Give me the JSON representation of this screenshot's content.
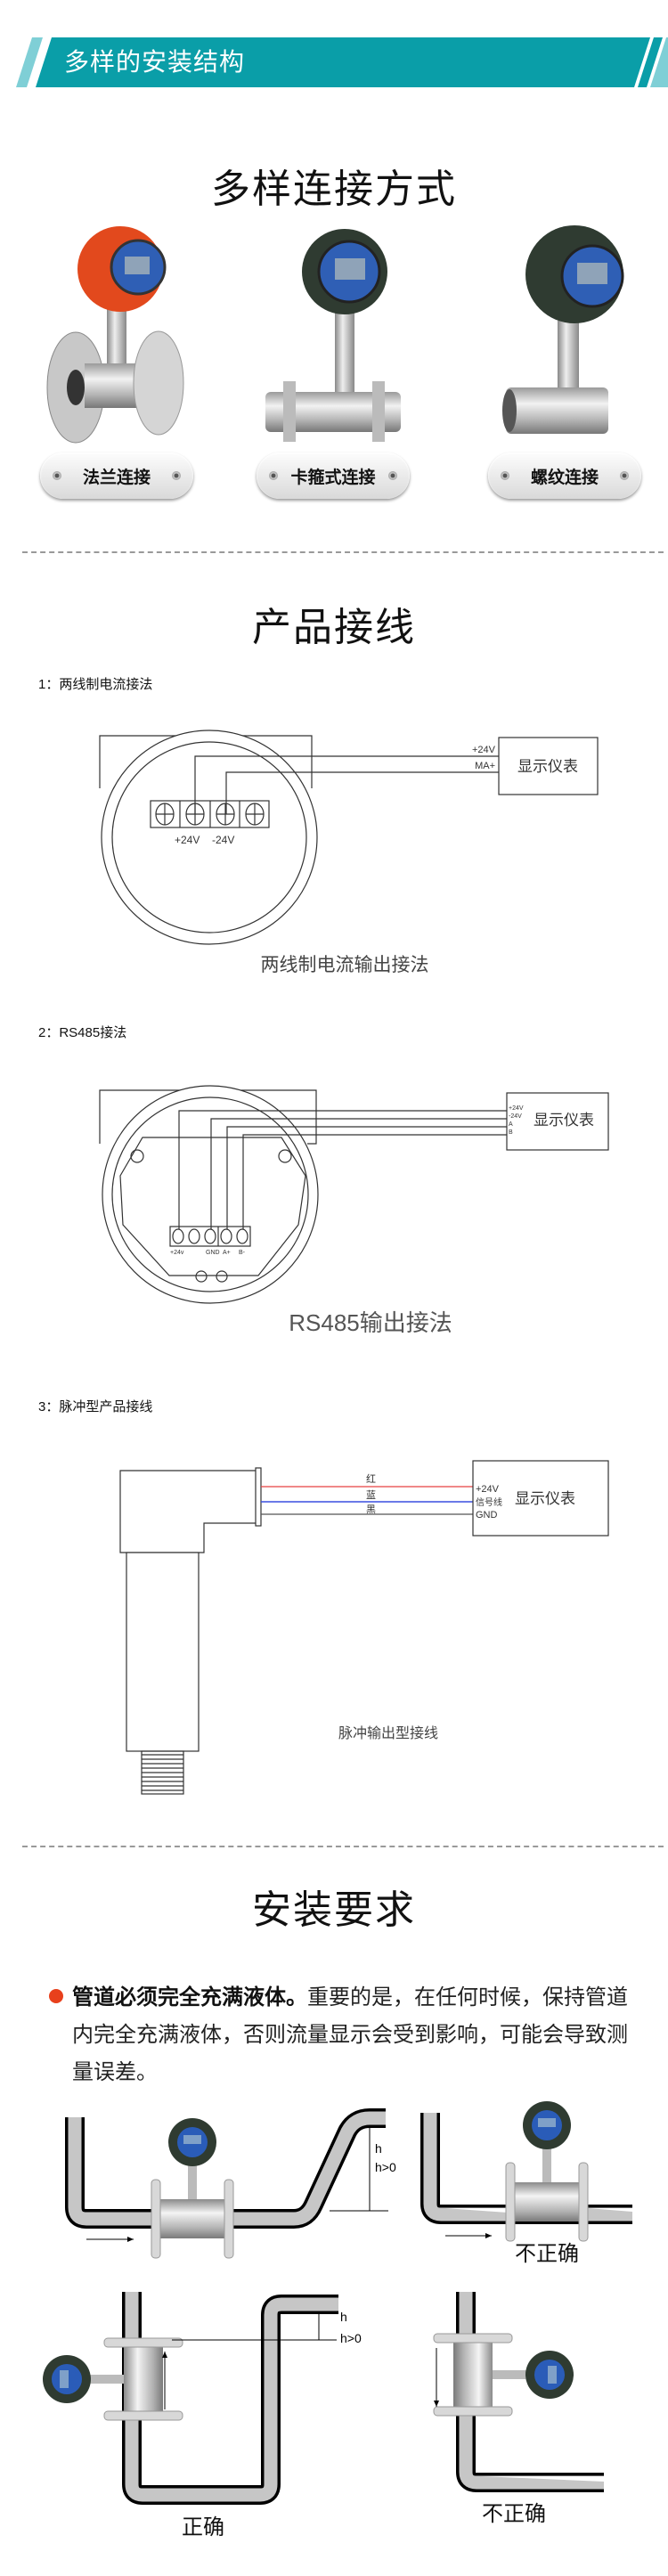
{
  "header": {
    "banner_title": "多样的安装结构",
    "accent": "#0a9ea8",
    "stripe": "#7fcfd6"
  },
  "connections": {
    "title": "多样连接方式",
    "buttons": [
      {
        "label": "法兰连接"
      },
      {
        "label": "卡箍式连接"
      },
      {
        "label": "螺纹连接"
      }
    ]
  },
  "wiring": {
    "title": "产品接线",
    "two_wire": {
      "label": "1：两线制电流接法",
      "terminal_labels": [
        "+24V",
        "-24V"
      ],
      "line_labels": [
        "+24V",
        "MA+"
      ],
      "display": "显示仪表",
      "caption": "两线制电流输出接法"
    },
    "rs485": {
      "label": "2：RS485接法",
      "terminal_labels": [
        "+24v",
        "GND",
        "A+",
        "B-"
      ],
      "line_labels": [
        "+24V",
        "-24V",
        "A",
        "B"
      ],
      "display": "显示仪表",
      "caption": "RS485输出接法"
    },
    "pulse": {
      "label": "3：脉冲型产品接线",
      "wire_colors": [
        "红",
        "蓝",
        "黑"
      ],
      "line_labels": [
        "+24V",
        "信号线",
        "GND"
      ],
      "display": "显示仪表",
      "caption": "脉冲输出型接线"
    }
  },
  "install": {
    "title": "安装要求",
    "bullet_bold": "管道必须完全充满液体。",
    "bullet_text": "重要的是，在任何时候，保持管道内完全充满液体，否则流量显示会受到影响，可能会导致测量误差。",
    "h_label": "h",
    "h_condition": "h>0",
    "diagrams": {
      "top_right": "不正确",
      "bottom_left": "正确",
      "bottom_right": "不正确"
    }
  }
}
